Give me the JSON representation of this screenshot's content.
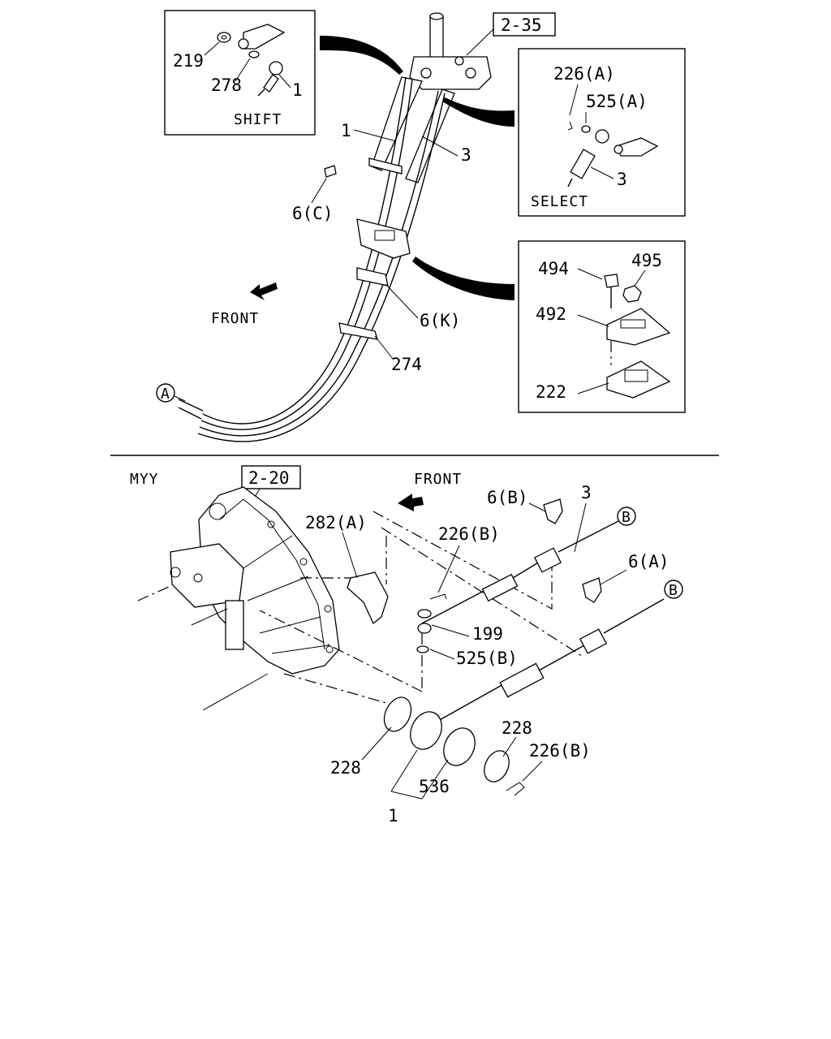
{
  "references": {
    "upper": "2-35",
    "lower": "2-20"
  },
  "insets": {
    "shift": {
      "title": "SHIFT",
      "parts": [
        "219",
        "278",
        "1"
      ]
    },
    "select": {
      "title": "SELECT",
      "parts": [
        "226(A)",
        "525(A)",
        "3"
      ]
    },
    "bracket": {
      "parts": [
        "494",
        "495",
        "492",
        "222"
      ]
    }
  },
  "upper_view": {
    "direction": "FRONT",
    "connector": "A",
    "labels": [
      "1",
      "3",
      "6(C)",
      "6(K)",
      "274"
    ]
  },
  "lower_view": {
    "model": "MYY",
    "direction": "FRONT",
    "connector": "B",
    "labels": [
      "282(A)",
      "226(B)",
      "6(B)",
      "3",
      "6(A)",
      "199",
      "525(B)",
      "228",
      "536",
      "1",
      "228",
      "226(B)"
    ]
  }
}
